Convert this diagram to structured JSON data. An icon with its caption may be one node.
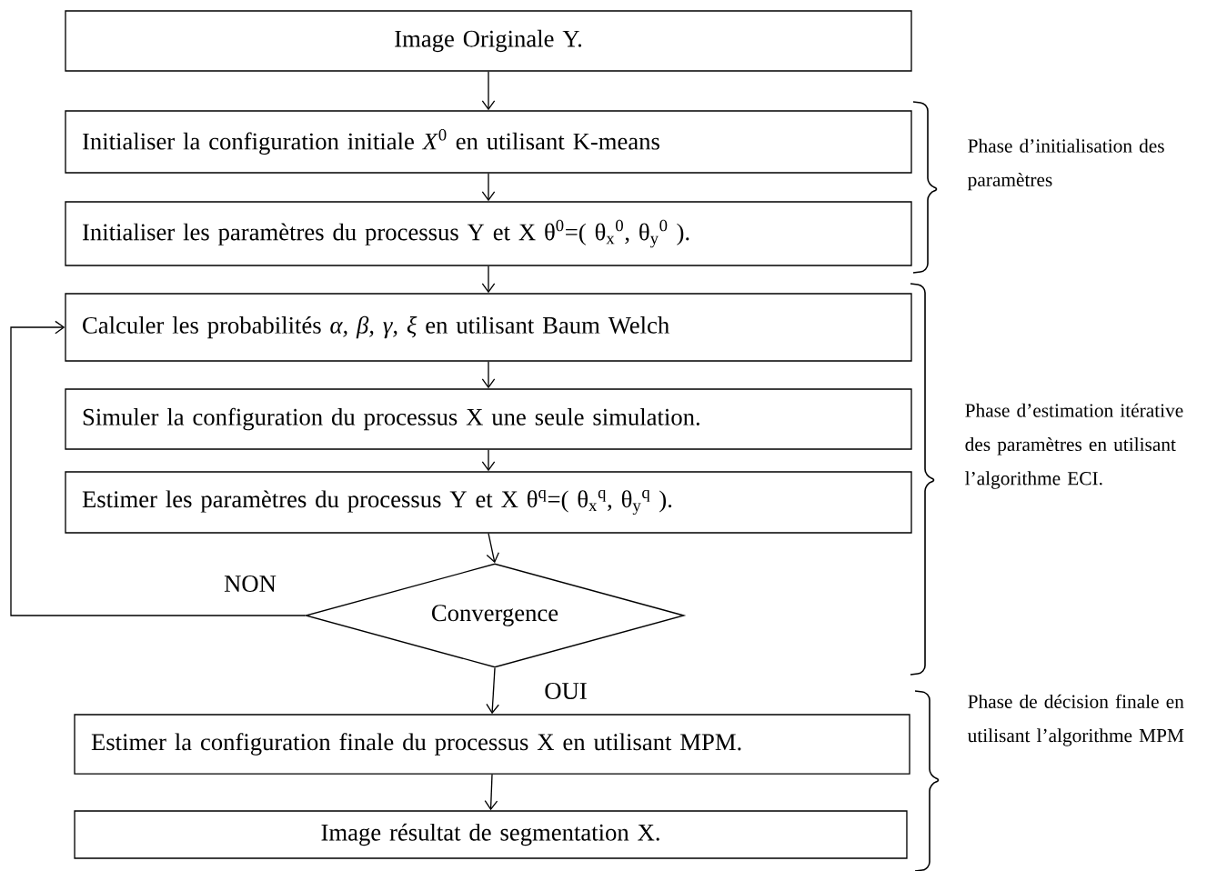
{
  "diagram": {
    "nodes": [
      {
        "text": [
          "Image Originale  Y."
        ]
      },
      {
        "text": [
          "Initialiser la configuration initiale *X*$^{0}$ en utilisant K-means"
        ]
      },
      {
        "text": [
          "Initialiser les paramètres du processus Y et X θ$^{0}$=( θ$_{x}$$^{0}$, θ$_{y}$$^{0}$ )."
        ]
      },
      {
        "text": [
          "Calculer les probabilités *α, β, γ, ξ* en utilisant Baum Welch"
        ]
      },
      {
        "text": [
          "Simuler la configuration du processus X une seule simulation."
        ]
      },
      {
        "text": [
          "Estimer les paramètres du processus Y et X θ$^{q}$=( θ$_{x}$$^{q}$, θ$_{y}$$^{q}$ )."
        ]
      },
      {
        "text": [
          "Convergence"
        ]
      },
      {
        "text": [
          "Estimer la configuration finale du processus X en utilisant MPM."
        ]
      },
      {
        "text": [
          "Image résultat de segmentation X."
        ]
      }
    ],
    "edges": [
      {
        "from": 0,
        "to": 1,
        "arrow": "to"
      },
      {
        "from": 1,
        "to": 2,
        "arrow": "to"
      },
      {
        "from": 2,
        "to": 3,
        "arrow": "to"
      },
      {
        "from": 3,
        "to": 4,
        "arrow": "to"
      },
      {
        "from": 4,
        "to": 5,
        "arrow": "to"
      },
      {
        "from": 5,
        "to": 6,
        "arrow": "to"
      },
      {
        "from": 6,
        "to": 3,
        "arrow": "to",
        "label": "NON"
      },
      {
        "from": 6,
        "to": 7,
        "arrow": "to",
        "label": "OUI"
      },
      {
        "from": 7,
        "to": 8,
        "arrow": "to"
      }
    ],
    "labels": [
      "Phase d’initialisation des paramètres",
      "Phase d’estimation itérative des paramètres en utilisant l’algorithme ECI.",
      "Phase de décision finale en utilisant l’algorithme MPM"
    ]
  }
}
